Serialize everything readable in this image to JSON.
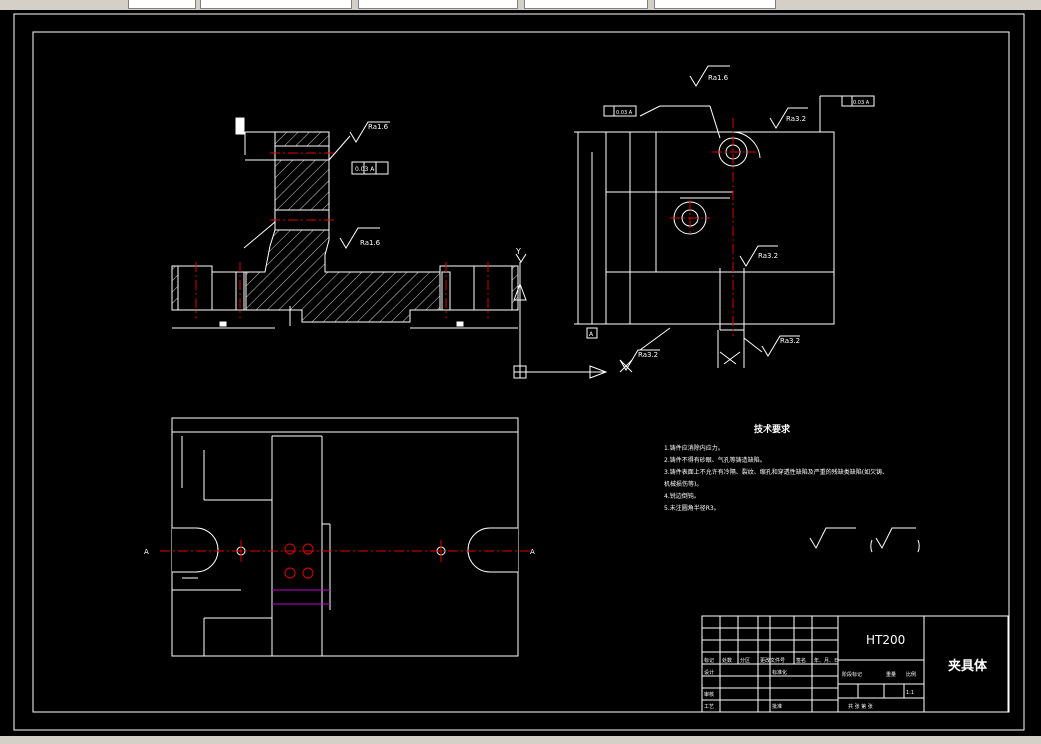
{
  "toolbar": {
    "boxes": [
      "",
      "",
      "",
      "",
      ""
    ]
  },
  "drawing": {
    "technical_requirements": {
      "title": "技术要求",
      "items": [
        "1.铸件应消除内应力。",
        "2.铸件不得有砂眼、气孔等铸造缺陷。",
        "3.铸件表面上不允许有冷隔、裂纹、缩孔和穿透性缺陷及严重的残缺类缺陷(如欠铸、",
        "机械损伤等)。",
        "4.锐边倒钝。",
        "5.未注圆角半径R3。"
      ]
    },
    "roughness_labels": [
      "Ra1.6",
      "Ra1.6",
      "Ra1.6",
      "Ra3.2",
      "Ra3.2",
      "Ra3.2",
      "Ra3.2"
    ],
    "tolerance_labels": [
      "0.03 A",
      "0.03 A",
      "0.03 A"
    ],
    "datum_label": "A",
    "axis_label_y": "Y",
    "section_label_left": "A",
    "section_label_right": "A",
    "title_block": {
      "material": "HT200",
      "part_name": "夹具体",
      "scale": "1:1",
      "row_labels": [
        "标记",
        "处数",
        "分区",
        "更改文件号",
        "签名",
        "年、月、日"
      ],
      "design": "设计",
      "standardize": "标准化",
      "stage_mark": "阶段标记",
      "weight": "重量",
      "ratio": "比例",
      "check": "审核",
      "process": "工艺",
      "approve": "批准",
      "sheets": "共  张  第  张"
    }
  }
}
